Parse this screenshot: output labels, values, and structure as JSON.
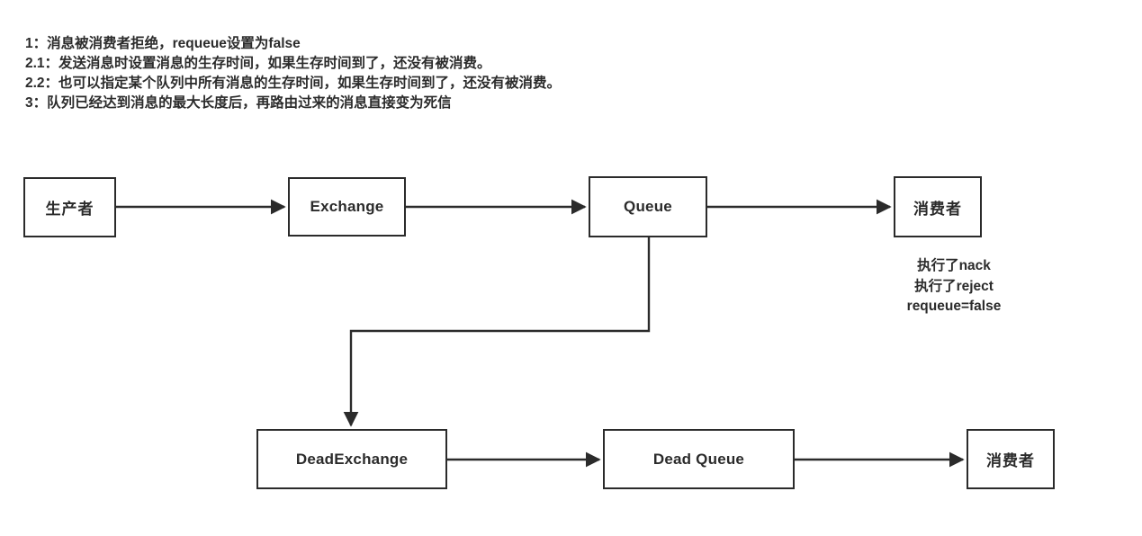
{
  "notes": {
    "lines": [
      "1：消息被消费者拒绝，requeue设置为false",
      "2.1：发送消息时设置消息的生存时间，如果生存时间到了，还没有被消费。",
      "2.2：也可以指定某个队列中所有消息的生存时间，如果生存时间到了，还没有被消费。",
      "3：队列已经达到消息的最大长度后，再路由过来的消息直接变为死信"
    ]
  },
  "diagram": {
    "nodes": {
      "producer": {
        "label": "生产者"
      },
      "exchange": {
        "label": "Exchange"
      },
      "queue": {
        "label": "Queue"
      },
      "consumer_main": {
        "label": "消费者"
      },
      "dead_exchange": {
        "label": "DeadExchange"
      },
      "dead_queue": {
        "label": "Dead Queue"
      },
      "consumer_dead": {
        "label": "消费者"
      }
    },
    "annotation": {
      "lines": [
        "执行了nack",
        "执行了reject",
        "requeue=false"
      ]
    },
    "edges": [
      {
        "from": "producer",
        "to": "exchange",
        "label": ""
      },
      {
        "from": "exchange",
        "to": "queue",
        "label": ""
      },
      {
        "from": "queue",
        "to": "consumer_main",
        "label": ""
      },
      {
        "from": "queue",
        "to": "dead_exchange",
        "label": ""
      },
      {
        "from": "dead_exchange",
        "to": "dead_queue",
        "label": ""
      },
      {
        "from": "dead_queue",
        "to": "consumer_dead",
        "label": ""
      }
    ]
  },
  "colors": {
    "background": "#ffffff",
    "stroke": "#2b2b2b",
    "text": "#2b2b2b"
  }
}
